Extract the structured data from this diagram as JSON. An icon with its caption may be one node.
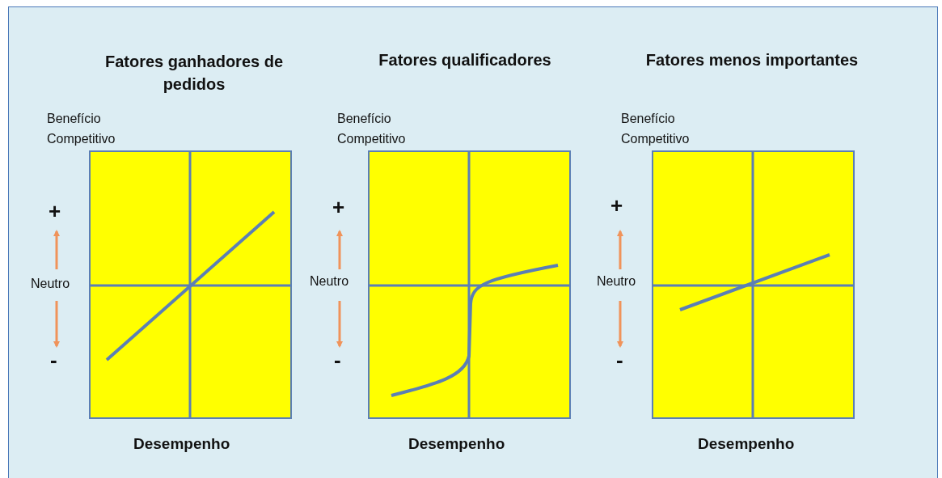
{
  "diagram": {
    "labels": [
      "Fatores ganhadores de pedidos",
      "Fatores qualificadores",
      "Fatores menos importantes",
      "Benefício Competitivo",
      "Benefício Competitivo",
      "Benefício Competitivo",
      "+",
      "+",
      "+",
      "Neutro",
      "Neutro",
      "Neutro",
      "-",
      "-",
      "-",
      "Desempenho",
      "Desempenho",
      "Desempenho"
    ]
  }
}
